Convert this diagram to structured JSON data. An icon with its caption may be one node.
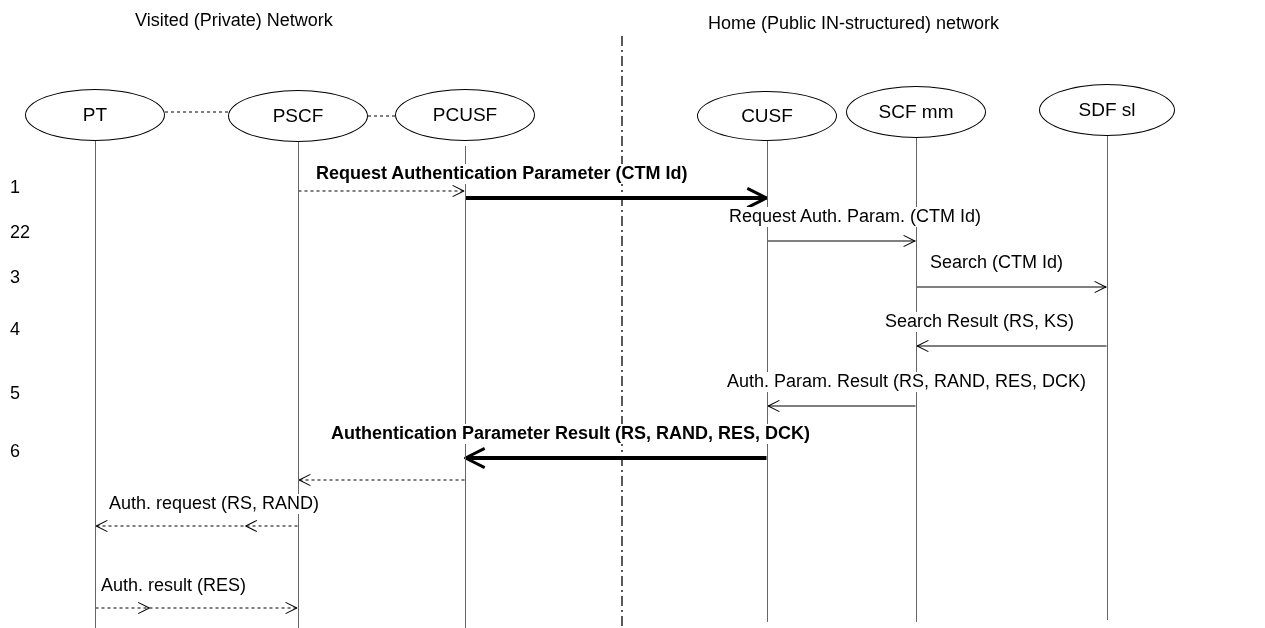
{
  "diagram": {
    "nodes": [
      {
        "text": [
          "PT"
        ]
      },
      {
        "text": [
          "PSCF"
        ]
      },
      {
        "text": [
          "PCUSF"
        ]
      },
      {
        "text": [
          "CUSF"
        ]
      },
      {
        "text": [
          "SCF mm"
        ]
      },
      {
        "text": [
          "SDF sl"
        ]
      },
      {
        "text": [],
        "shape": "bar"
      },
      {
        "text": [],
        "shape": "bar"
      },
      {
        "text": [],
        "shape": "bar"
      },
      {
        "text": [],
        "shape": "bar"
      },
      {
        "text": [],
        "shape": "bar"
      },
      {
        "text": [],
        "shape": "bar"
      }
    ],
    "edges": [
      {
        "from": 0,
        "to": 1,
        "arrow": "none",
        "style": "dashed"
      },
      {
        "from": 1,
        "to": 2,
        "arrow": "none",
        "style": "dashed"
      },
      {
        "from": 7,
        "to": 8,
        "arrow": "to",
        "style": "dashed"
      },
      {
        "from": 8,
        "to": 9,
        "arrow": "to",
        "style": "thick",
        "label": "Request Authentication  Parameter (CTM Id)"
      },
      {
        "from": 9,
        "to": 10,
        "arrow": "to",
        "label": "Request Auth. Param. (CTM Id)"
      },
      {
        "from": 10,
        "to": 11,
        "arrow": "to",
        "label": "Search (CTM Id)"
      },
      {
        "from": 11,
        "to": 10,
        "arrow": "to",
        "label": "Search Result (RS, KS)"
      },
      {
        "from": 10,
        "to": 9,
        "arrow": "to",
        "label": "Auth. Param. Result (RS, RAND, RES, DCK)"
      },
      {
        "from": 9,
        "to": 8,
        "arrow": "to",
        "style": "thick",
        "label": "Authentication Parameter Result (RS, RAND, RES, DCK)"
      },
      {
        "from": 8,
        "to": 7,
        "arrow": "to",
        "style": "dashed"
      },
      {
        "from": 7,
        "to": 6,
        "arrow": "to",
        "style": "dashed",
        "label": "Auth. request (RS, RAND)"
      },
      {
        "from": 6,
        "to": 7,
        "arrow": "to",
        "style": "dashed",
        "label": "Auth. result (RES)"
      }
    ],
    "labels": [
      "Visited (Private) Network",
      "Home (Public IN-structured) network",
      "1",
      "22",
      "3",
      "4",
      "5",
      "6"
    ]
  }
}
